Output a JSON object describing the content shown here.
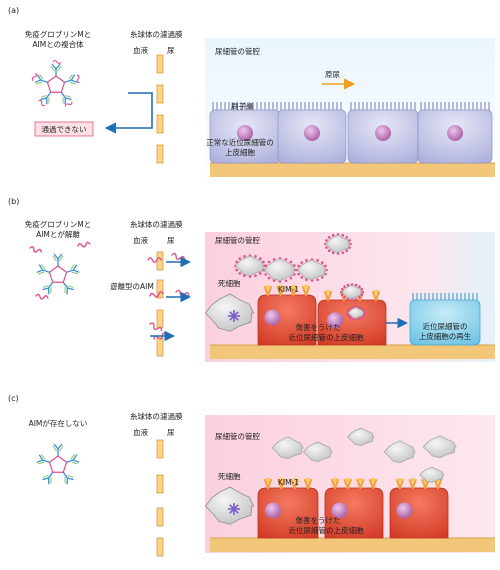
{
  "panels": [
    {
      "letter": "(a)",
      "complex_label": [
        "免疫グロブリンMと",
        "AIMとの複合体"
      ],
      "membrane_title": "糸球体の濾過膜",
      "blood": "血液",
      "urine": "尿",
      "blocked": "通過できない",
      "lumen": "尿細管の管腔",
      "flow": "原尿",
      "brush": "刷子縁",
      "cell_label": [
        "正常な近位尿細管の",
        "上皮細胞"
      ]
    },
    {
      "letter": "(b)",
      "complex_label": [
        "免疫グロブリンMと",
        "AIMとが解離"
      ],
      "membrane_title": "糸球体の濾過膜",
      "blood": "血液",
      "urine": "尿",
      "free_aim": "遊離型のAIM",
      "lumen": "尿細管の管腔",
      "dead": "死細胞",
      "kim": "KIM-1",
      "damaged": [
        "傷害をうけた",
        "近位尿細管の上皮細胞"
      ],
      "regen": [
        "近位尿細管の",
        "上皮細胞の再生"
      ]
    },
    {
      "letter": "(c)",
      "complex_label": [
        "AIMが存在しない"
      ],
      "membrane_title": "糸球体の濾過膜",
      "blood": "血液",
      "urine": "尿",
      "lumen": "尿細管の管腔",
      "dead": "死細胞",
      "kim": "KIM-1",
      "damaged": [
        "傷害をうけた",
        "近位尿細管の上皮細胞"
      ]
    }
  ],
  "colors": {
    "membrane": "#fbd38a",
    "membrane_border": "#d8a040",
    "base": "#f3c77a",
    "normal_cell": "#c9cbea",
    "damaged_cell": "#e8533a",
    "regen_cell": "#9fdcf0",
    "arrow": "#1e6fb3",
    "flow_arrow": "#f0a020",
    "blocked_bg": "#fde0e6",
    "blocked_border": "#e35a7a",
    "nucleus": "#c77fc0",
    "dead_cell": "#dcdcdc",
    "aim": "#e0508a"
  }
}
